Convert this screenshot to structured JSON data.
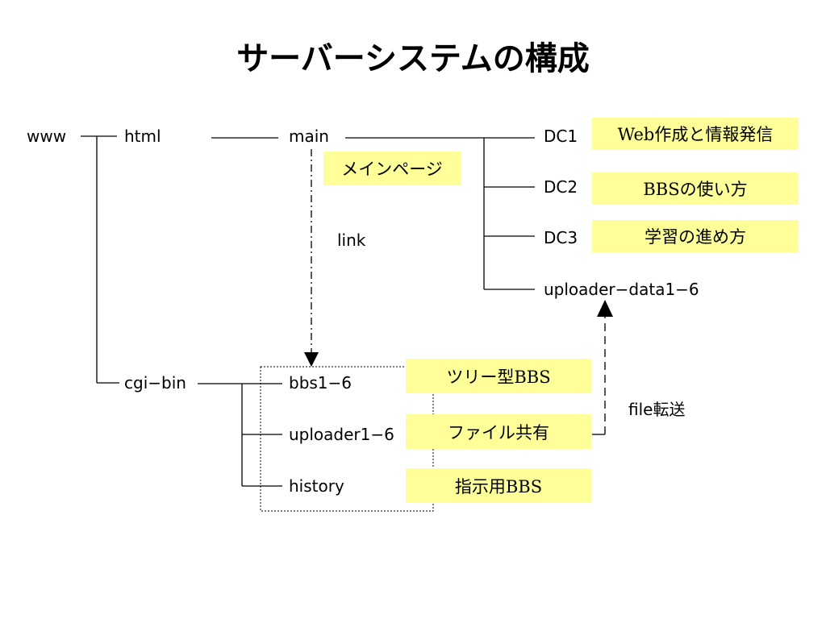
{
  "title": "サーバーシステムの構成",
  "nodes": {
    "www": "www",
    "html": "html",
    "main": "main",
    "dc1": "DC1",
    "dc2": "DC2",
    "dc3": "DC3",
    "uploader_data": "uploader−data1−6",
    "cgi_bin": "cgi−bin",
    "bbs": "bbs1−6",
    "uploader": "uploader1−6",
    "history": "history"
  },
  "edge_labels": {
    "link": "link",
    "file_transfer": "file転送"
  },
  "tags": {
    "main_page": "メインページ",
    "dc1": "Web作成と情報発信",
    "dc2": "BBSの使い方",
    "dc3": "学習の進め方",
    "bbs": "ツリー型BBS",
    "uploader": "ファイル共有",
    "history": "指示用BBS"
  },
  "colors": {
    "tag_fill": "#ffff99",
    "line": "#000000",
    "background": "#ffffff"
  }
}
